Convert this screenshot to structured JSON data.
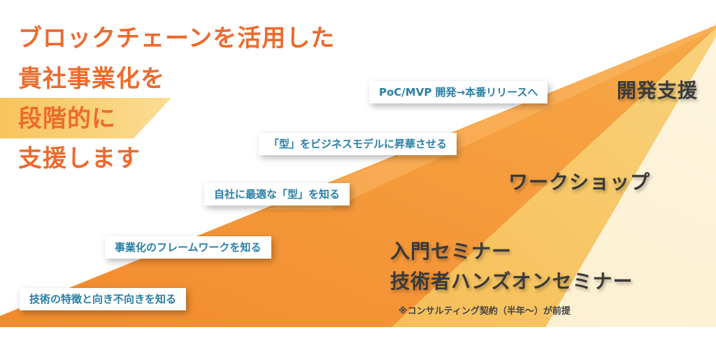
{
  "headline": {
    "line1": "ブロックチェーンを活用した",
    "line2": "貴社事業化を",
    "line3": "段階的に",
    "line4": "支援します"
  },
  "steps": [
    "技術の特徴と向き不向きを知る",
    "事業化のフレームワークを知る",
    "自社に最適な「型」を知る",
    "「型」をビジネスモデルに昇華させる",
    "PoC/MVP 開発→本番リリースへ"
  ],
  "services": {
    "development": "開発支援",
    "workshop": "ワークショップ",
    "seminar_intro": "入門セミナー",
    "seminar_handson": "技術者ハンズオンセミナー",
    "note": "※コンサルティング契約（半年～）が前提"
  },
  "colors": {
    "accent_orange": "#ee6a2c",
    "band_orange": "#f0923a",
    "band_yellow": "#f7c45a",
    "step_text": "#2a7fa6",
    "service_text": "#3a3a3a"
  }
}
